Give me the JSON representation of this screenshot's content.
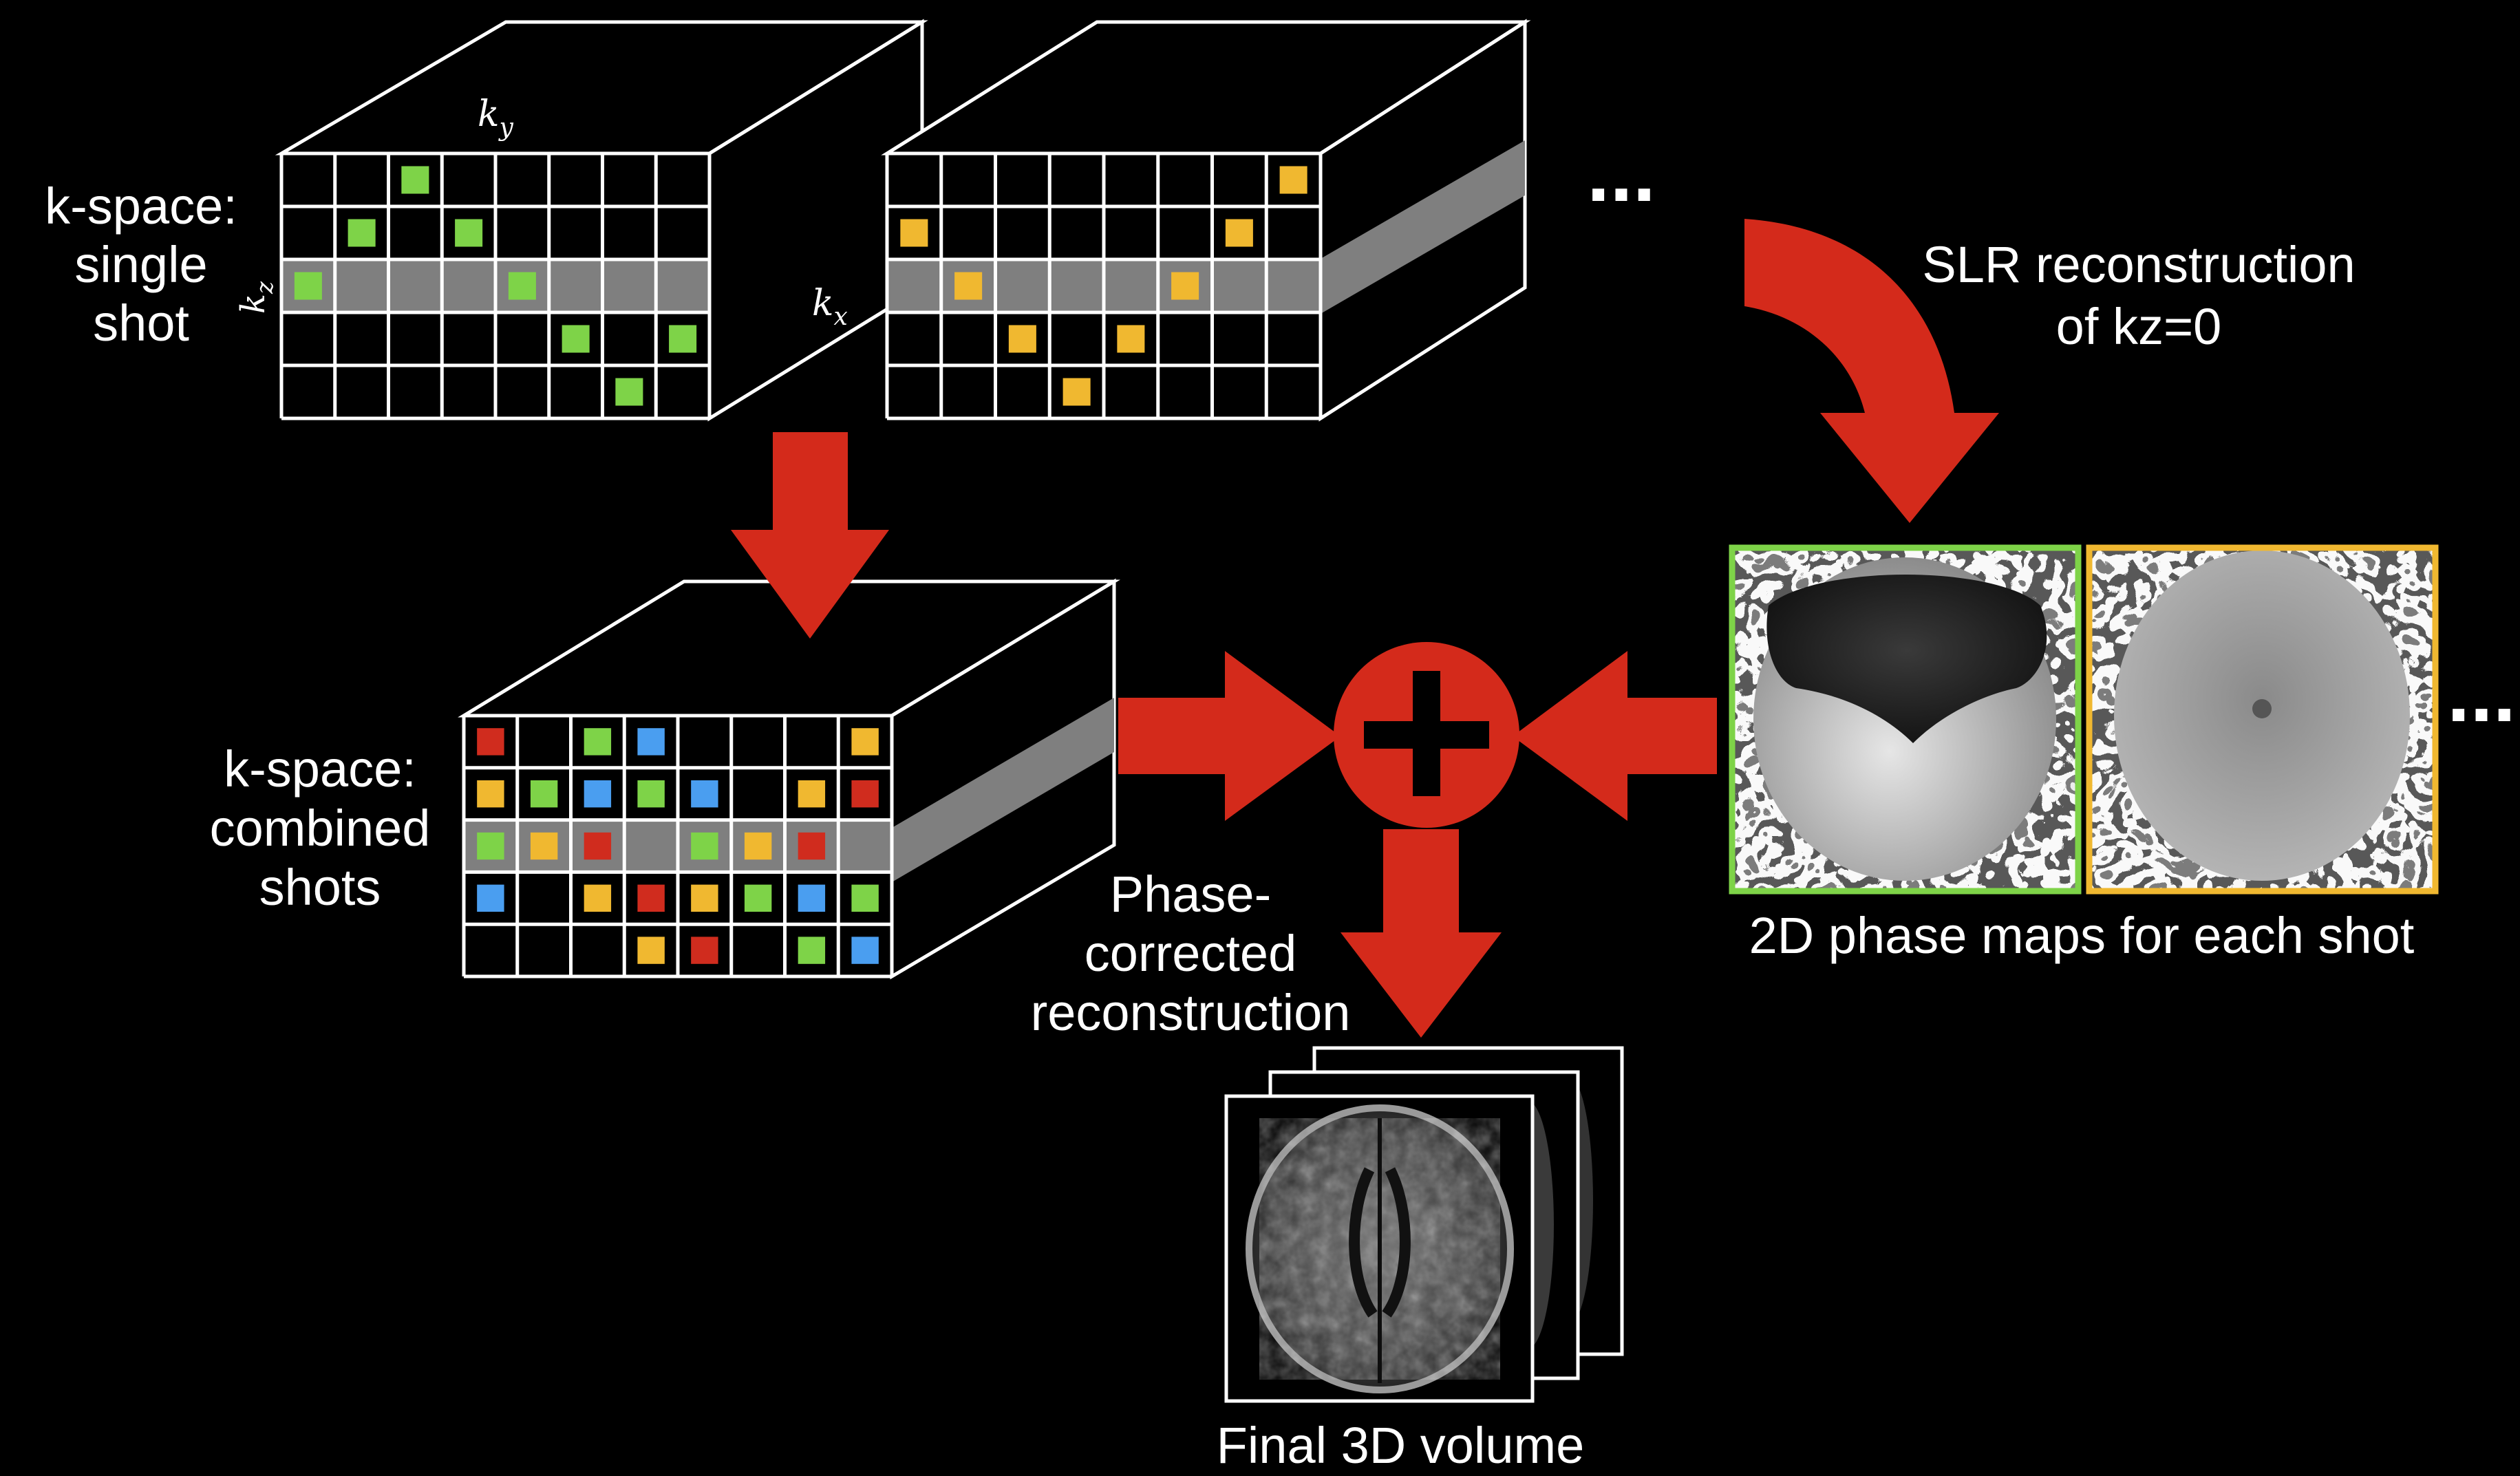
{
  "labels": {
    "kspace_single": [
      "k-space:",
      "single",
      "shot"
    ],
    "kspace_combined": [
      "k-space:",
      "combined",
      "shots"
    ],
    "axis_ky": "k",
    "axis_ky_sub": "y",
    "axis_kz": "k",
    "axis_kz_sub": "z",
    "axis_kx": "k",
    "axis_kx_sub": "x",
    "ellipsis_top": "...",
    "ellipsis_right": "...",
    "slr": [
      "SLR reconstruction",
      "of kz=0"
    ],
    "phase_maps": "2D phase maps for each shot",
    "phase_corrected": [
      "Phase-",
      "corrected",
      "reconstruction"
    ],
    "final_volume": "Final 3D volume"
  },
  "colors": {
    "background": "#000000",
    "grid": "#ffffff",
    "kz0_band": "#7f7f7f",
    "arrow": "#d42a1b",
    "green": "#7ed348",
    "yellow": "#f0b830",
    "red": "#d02c1e",
    "blue": "#4a9ef0"
  },
  "grids": {
    "shot1": {
      "rows": 5,
      "cols": 8,
      "kz0_row": 2,
      "cells": [
        [
          0,
          2,
          "green"
        ],
        [
          1,
          1,
          "green"
        ],
        [
          1,
          3,
          "green"
        ],
        [
          2,
          0,
          "green"
        ],
        [
          2,
          4,
          "green"
        ],
        [
          3,
          5,
          "green"
        ],
        [
          3,
          7,
          "green"
        ],
        [
          4,
          6,
          "green"
        ]
      ]
    },
    "shot2": {
      "rows": 5,
      "cols": 8,
      "kz0_row": 2,
      "cells": [
        [
          0,
          7,
          "yellow"
        ],
        [
          1,
          0,
          "yellow"
        ],
        [
          1,
          6,
          "yellow"
        ],
        [
          2,
          1,
          "yellow"
        ],
        [
          2,
          5,
          "yellow"
        ],
        [
          3,
          2,
          "yellow"
        ],
        [
          3,
          4,
          "yellow"
        ],
        [
          4,
          3,
          "yellow"
        ]
      ]
    },
    "combined": {
      "rows": 5,
      "cols": 8,
      "kz0_row": 2,
      "cells": [
        [
          0,
          0,
          "red"
        ],
        [
          0,
          2,
          "green"
        ],
        [
          0,
          3,
          "blue"
        ],
        [
          0,
          7,
          "yellow"
        ],
        [
          1,
          0,
          "yellow"
        ],
        [
          1,
          1,
          "green"
        ],
        [
          1,
          2,
          "blue"
        ],
        [
          1,
          3,
          "green"
        ],
        [
          1,
          4,
          "blue"
        ],
        [
          1,
          6,
          "yellow"
        ],
        [
          1,
          7,
          "red"
        ],
        [
          2,
          0,
          "green"
        ],
        [
          2,
          1,
          "yellow"
        ],
        [
          2,
          2,
          "red"
        ],
        [
          2,
          4,
          "green"
        ],
        [
          2,
          5,
          "yellow"
        ],
        [
          2,
          6,
          "red"
        ],
        [
          3,
          0,
          "blue"
        ],
        [
          3,
          2,
          "yellow"
        ],
        [
          3,
          3,
          "red"
        ],
        [
          3,
          4,
          "yellow"
        ],
        [
          3,
          5,
          "green"
        ],
        [
          3,
          6,
          "blue"
        ],
        [
          3,
          7,
          "green"
        ],
        [
          4,
          3,
          "yellow"
        ],
        [
          4,
          4,
          "red"
        ],
        [
          4,
          6,
          "green"
        ],
        [
          4,
          7,
          "blue"
        ]
      ]
    }
  },
  "phase_maps": [
    {
      "border": "green",
      "style": "two-tone"
    },
    {
      "border": "yellow",
      "style": "smooth"
    }
  ]
}
